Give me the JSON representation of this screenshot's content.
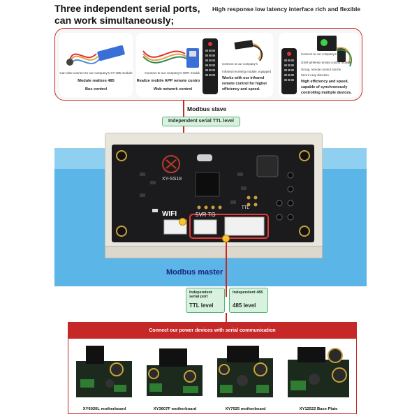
{
  "header": {
    "title": "Three independent serial ports, can work simultaneously;",
    "subtitle": "High response low latency interface rich and flexible"
  },
  "top_panel": {
    "cards": [
      {
        "small": "Can also connect to our company's XY-485 module",
        "bold1": "Module realizes 485",
        "bold2": "Bus control"
      },
      {
        "small": "Connect to our company's WIFI module",
        "bold1": "Realize mobile APP remote control and",
        "bold2": "Web network control"
      },
      {
        "small1": "Connect to our company's",
        "small2": "Infrared receiving module, equipped",
        "bold1": "Works with our infrared",
        "bold2": "remote control for higher",
        "bold3": "efficiency and speed."
      },
      {
        "small1": "Connect to our company's",
        "small2": "GSM wireless remote control module",
        "small3": "Group, remote control can be",
        "small4": "Sent in any direction",
        "bold1": "High efficiency and speed,",
        "bold2": "capable of synchronously",
        "bold3": "controlling multiple devices."
      }
    ]
  },
  "labels": {
    "modbus_slave": "Modbus slave",
    "independent_ttl": "Independent serial TTL level",
    "modbus_master": "Modbus master",
    "board_model": "XY-SS18",
    "wifi": "WIFI",
    "port_label": "5VR TG",
    "ttl_label": "TTL"
  },
  "ports": {
    "left_small": "Independent serial port",
    "left_big": "TTL level",
    "right_small": "Independent 485",
    "right_big": "485 level"
  },
  "bottom_panel": {
    "header": "Connect our power devices with serial communication",
    "boards": [
      {
        "caption": "XY6020L motherboard"
      },
      {
        "caption": "XY3607F motherboard"
      },
      {
        "caption": "XY7025 motherboard"
      },
      {
        "caption": "XY12522 Base Plate"
      }
    ]
  },
  "colors": {
    "accent_red": "#c62828",
    "pill_green": "#d9f2e0",
    "master_blue": "#1a237e",
    "shelf_blue": "#5bb5e6"
  }
}
